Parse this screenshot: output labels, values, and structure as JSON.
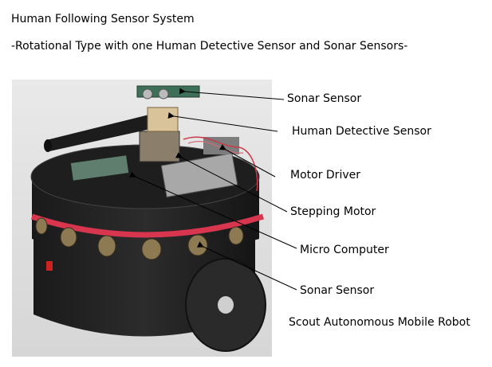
{
  "header": {
    "title": "Human Following Sensor System",
    "subtitle": "-Rotational Type with one Human Detective Sensor and Sonar Sensors-"
  },
  "callouts": [
    {
      "id": "sonar-top",
      "label": "Sonar Sensor"
    },
    {
      "id": "human-detective",
      "label": "Human Detective Sensor"
    },
    {
      "id": "motor-driver",
      "label": "Motor Driver"
    },
    {
      "id": "stepping-motor",
      "label": "Stepping Motor"
    },
    {
      "id": "micro-computer",
      "label": "Micro Computer"
    },
    {
      "id": "sonar-bottom",
      "label": "Sonar Sensor"
    }
  ],
  "caption": "Scout Autonomous Mobile Robot"
}
